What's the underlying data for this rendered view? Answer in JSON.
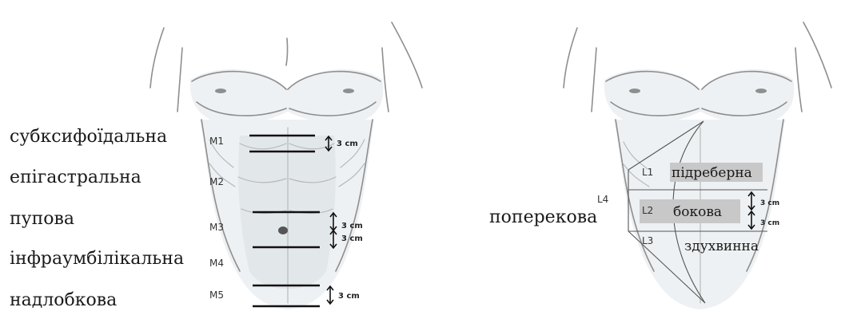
{
  "midline_diagram": {
    "regions": [
      {
        "name": "субксифоїдальна",
        "code": "M1"
      },
      {
        "name": "епігастральна",
        "code": "M2"
      },
      {
        "name": "пупова",
        "code": "M3"
      },
      {
        "name": "інфраумбілікальна",
        "code": "M4"
      },
      {
        "name": "надлобкова",
        "code": "M5"
      }
    ],
    "distances": [
      "3 cm",
      "3 cm",
      "3 cm",
      "3 cm"
    ]
  },
  "lateral_diagram": {
    "regions": [
      {
        "name": "підреберна",
        "code": "L1"
      },
      {
        "name": "бокова",
        "code": "L2"
      },
      {
        "name": "здухвинна",
        "code": "L3"
      },
      {
        "name": "поперекова",
        "code": "L4"
      }
    ],
    "distances": [
      "3 cm",
      "3 cm"
    ]
  }
}
